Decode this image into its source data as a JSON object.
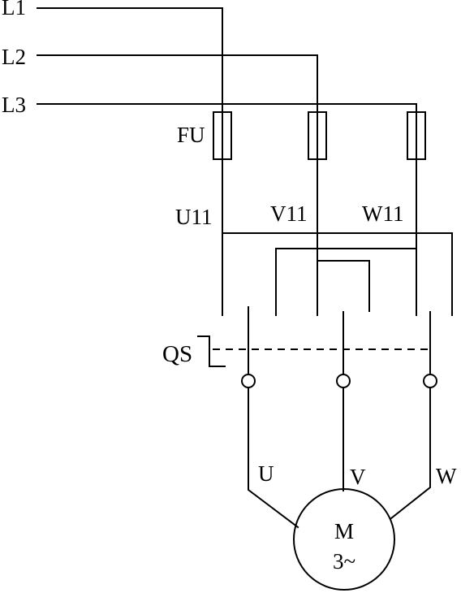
{
  "lines": {
    "l1": "L1",
    "l2": "L2",
    "l3": "L3"
  },
  "fuse": {
    "label": "FU"
  },
  "nodes": {
    "u11": "U11",
    "v11": "V11",
    "w11": "W11"
  },
  "switch": {
    "label": "QS"
  },
  "motor": {
    "u": "U",
    "v": "V",
    "w": "W",
    "name": "M",
    "type": "3~"
  }
}
